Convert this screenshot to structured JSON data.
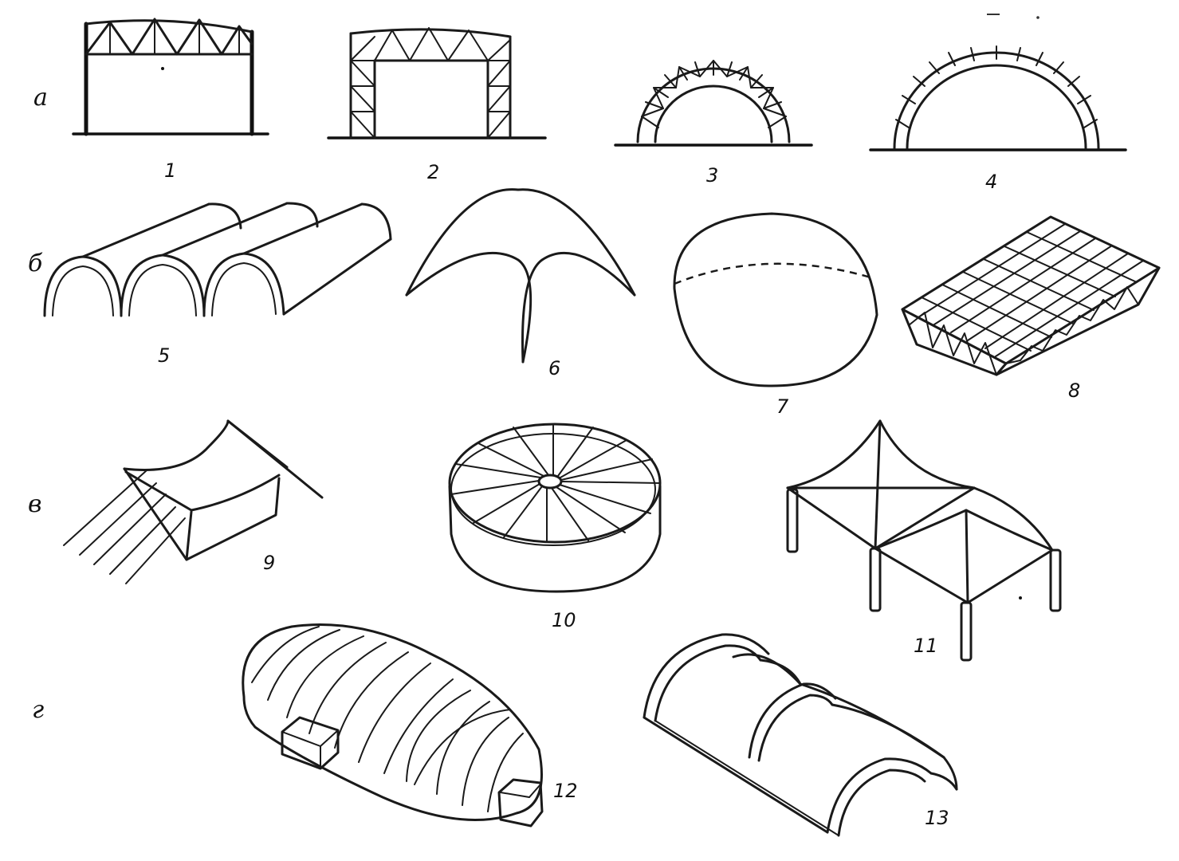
{
  "rows": [
    {
      "id": "a",
      "label": "а"
    },
    {
      "id": "b",
      "label": "б"
    },
    {
      "id": "v",
      "label": "в"
    },
    {
      "id": "g",
      "label": "г"
    }
  ],
  "figures": [
    {
      "n": "1"
    },
    {
      "n": "2"
    },
    {
      "n": "3"
    },
    {
      "n": "4"
    },
    {
      "n": "5"
    },
    {
      "n": "6"
    },
    {
      "n": "7"
    },
    {
      "n": "8"
    },
    {
      "n": "9"
    },
    {
      "n": "10"
    },
    {
      "n": "11"
    },
    {
      "n": "12"
    },
    {
      "n": "13"
    }
  ]
}
